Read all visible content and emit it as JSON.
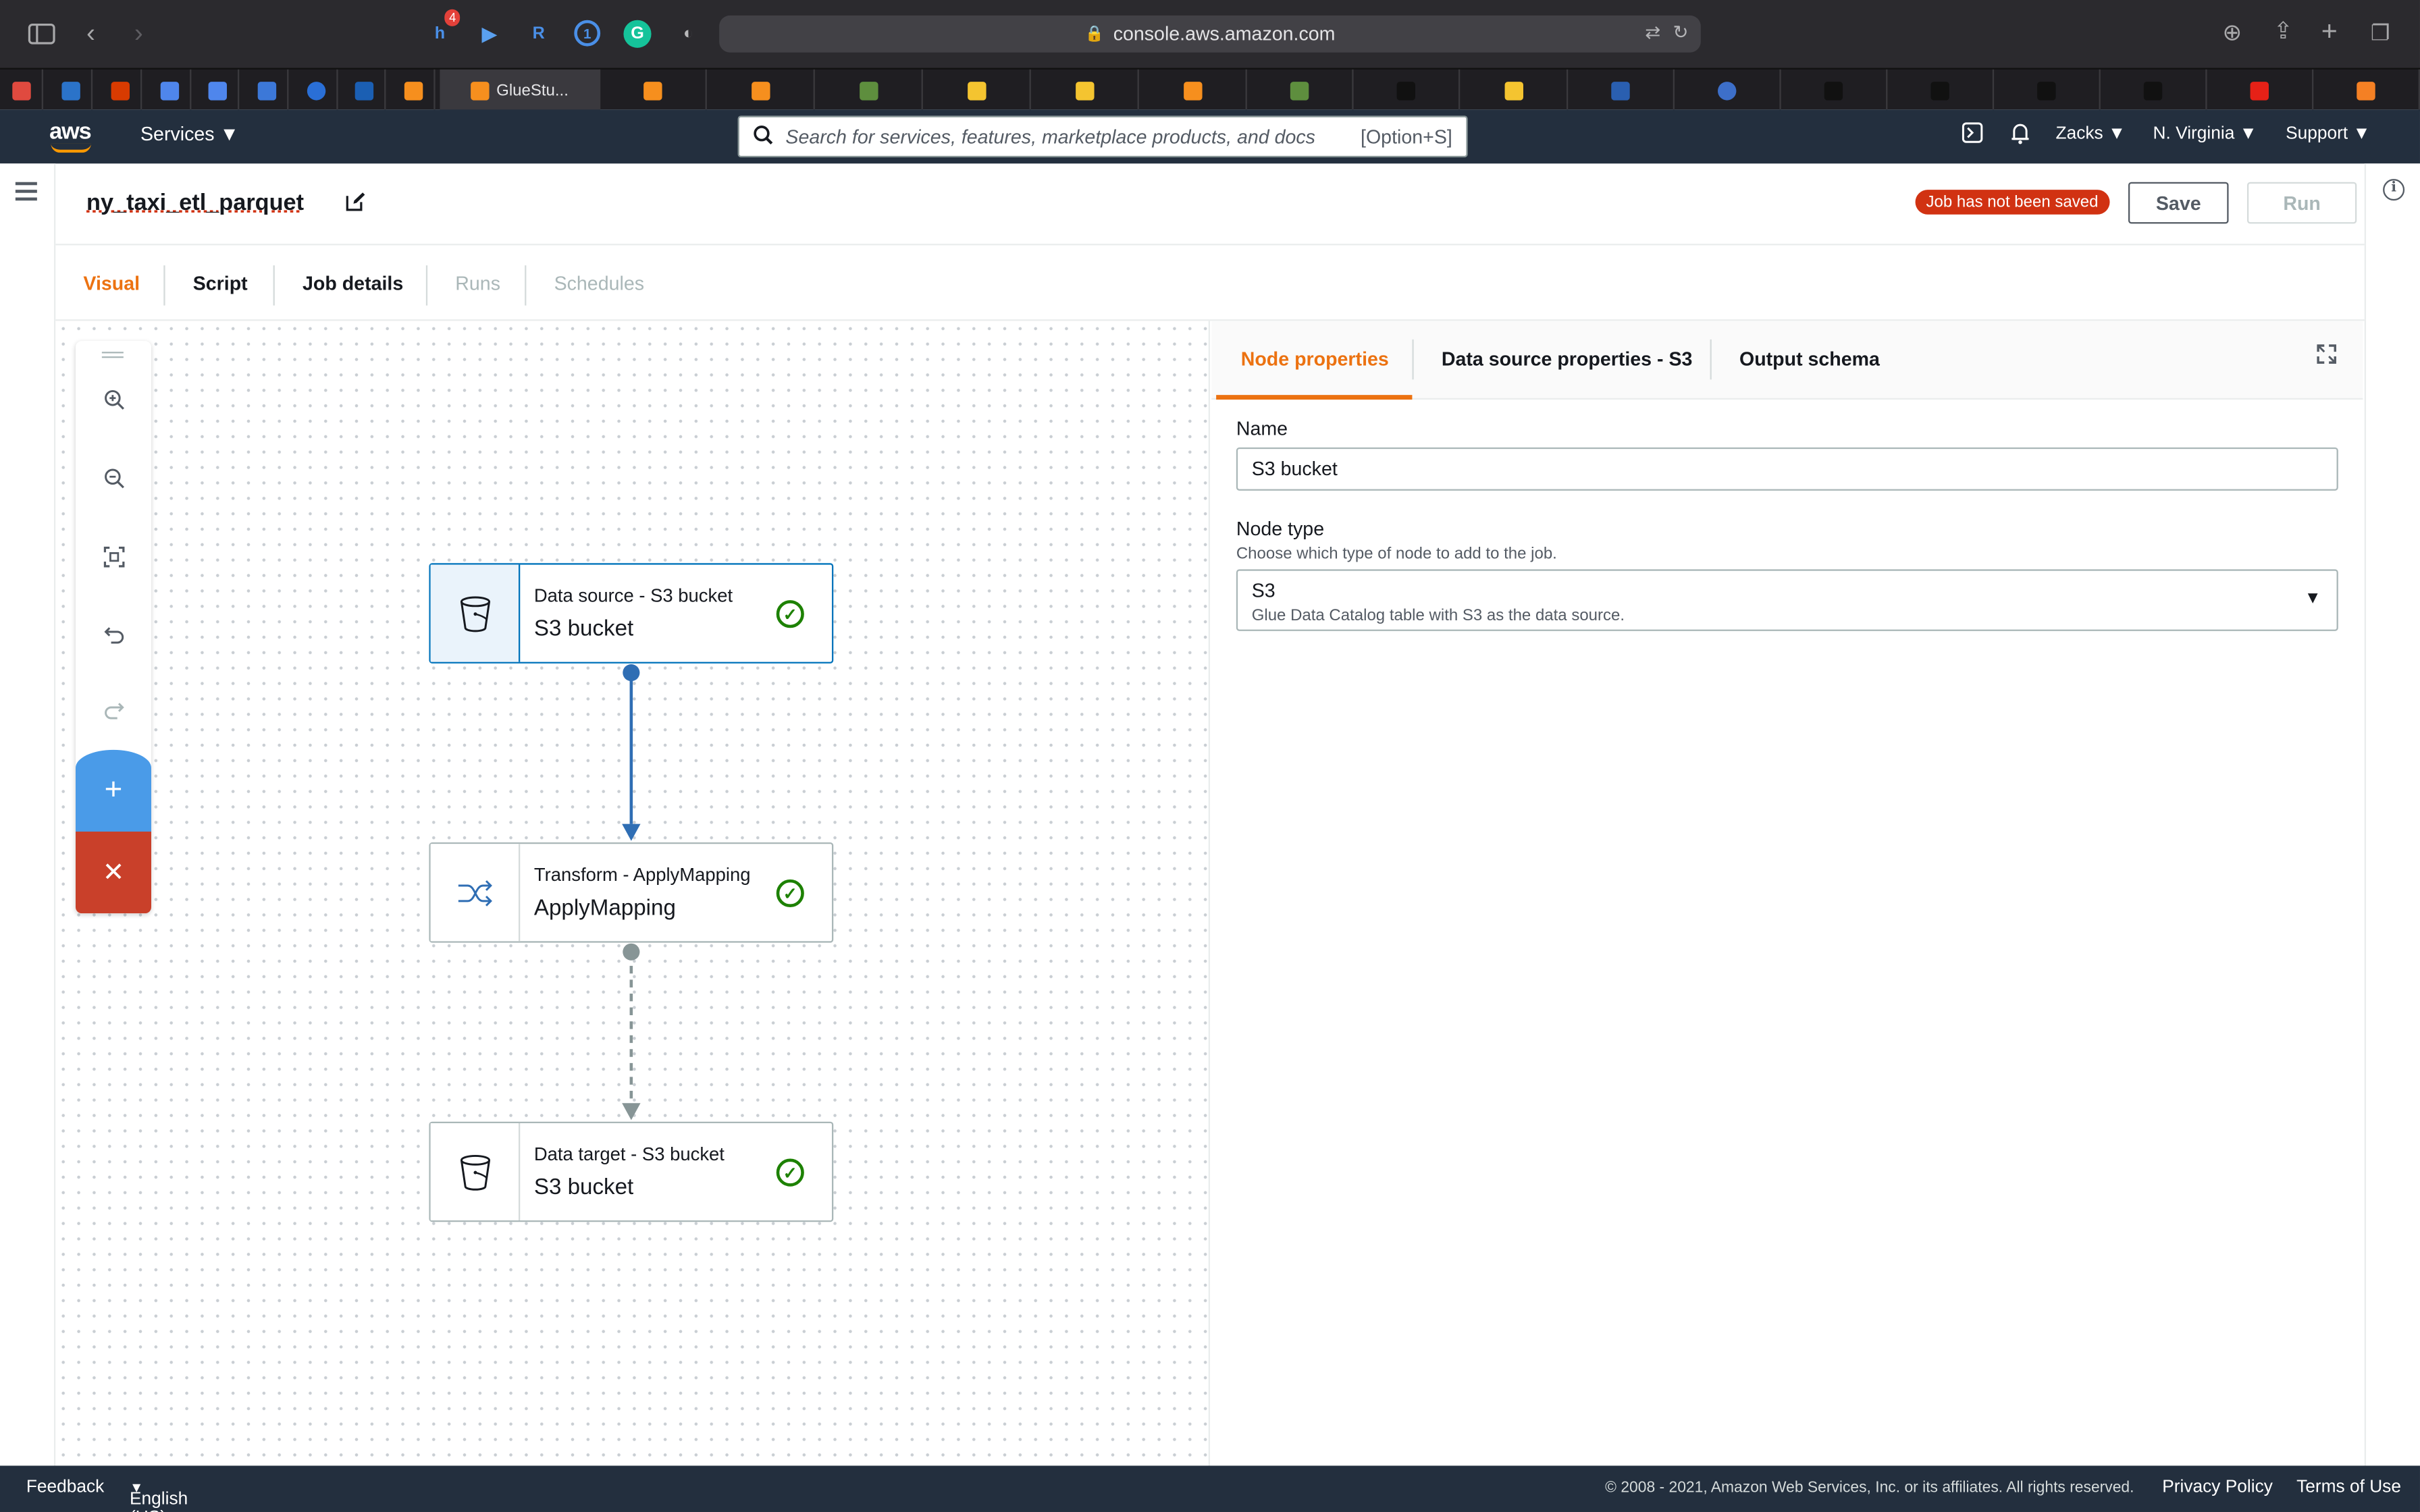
{
  "browser": {
    "url": "console.aws.amazon.com",
    "extension_badge": "4",
    "active_tab_label": "GlueStu..."
  },
  "aws_nav": {
    "logo": "aws",
    "services_label": "Services ▼",
    "search_placeholder": "Search for services, features, marketplace products, and docs",
    "search_shortcut": "[Option+S]",
    "user_label": "Zacks ▼",
    "region_label": "N. Virginia ▼",
    "support_label": "Support ▼"
  },
  "job": {
    "name": "ny_taxi_etl_parquet",
    "status_badge": "Job has not been saved",
    "save_label": "Save",
    "run_label": "Run"
  },
  "tabs": [
    {
      "label": "Visual",
      "state": "active"
    },
    {
      "label": "Script",
      "state": "enabled"
    },
    {
      "label": "Job details",
      "state": "enabled"
    },
    {
      "label": "Runs",
      "state": "disabled"
    },
    {
      "label": "Schedules",
      "state": "disabled"
    }
  ],
  "canvas_tools": [
    "zoom-in-icon",
    "zoom-out-icon",
    "fit-view-icon",
    "undo-icon",
    "redo-icon",
    "add-icon",
    "delete-icon"
  ],
  "nodes": [
    {
      "type_label": "Data source - S3 bucket",
      "name": "S3 bucket",
      "icon": "bucket-icon",
      "status": "valid",
      "selected": true
    },
    {
      "type_label": "Transform - ApplyMapping",
      "name": "ApplyMapping",
      "icon": "shuffle-icon",
      "status": "valid",
      "selected": false
    },
    {
      "type_label": "Data target - S3 bucket",
      "name": "S3 bucket",
      "icon": "bucket-icon",
      "status": "valid",
      "selected": false
    }
  ],
  "panel": {
    "tabs": [
      "Node properties",
      "Data source properties - S3",
      "Output schema"
    ],
    "active_tab": "Node properties",
    "name_label": "Name",
    "name_value": "S3 bucket",
    "node_type_label": "Node type",
    "node_type_desc": "Choose which type of node to add to the job.",
    "node_type_value": "S3",
    "node_type_value_desc": "Glue Data Catalog table with S3 as the data source."
  },
  "footer": {
    "feedback": "Feedback",
    "language": "English (US)",
    "copyright": "© 2008 - 2021, Amazon Web Services, Inc. or its affiliates. All rights reserved.",
    "privacy": "Privacy Policy",
    "terms": "Terms of Use"
  },
  "colors": {
    "aws_nav": "#232f3e",
    "accent_orange": "#ec7211",
    "selected_blue": "#0073bb",
    "error_red": "#d13212",
    "success_green": "#1d8102"
  }
}
